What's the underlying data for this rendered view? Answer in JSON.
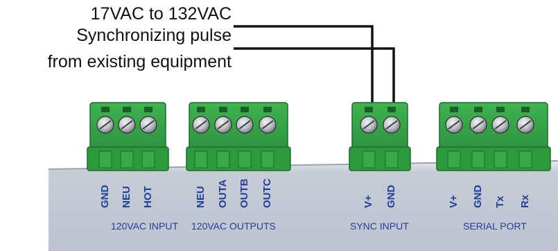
{
  "callout": {
    "line1": "17VAC to 132VAC",
    "line2": "Synchronizing pulse",
    "line3": "from existing equipment"
  },
  "groups": [
    {
      "label": "120VAC INPUT",
      "pins": [
        "GND",
        "NEU",
        "HOT"
      ]
    },
    {
      "label": "120VAC OUTPUTS",
      "pins": [
        "NEU",
        "OUTA",
        "OUTB",
        "OUTC"
      ]
    },
    {
      "label": "SYNC INPUT",
      "pins": [
        "V+",
        "GND"
      ]
    },
    {
      "label": "SERIAL PORT",
      "pins": [
        "V+",
        "GND",
        "Tx",
        "Rx"
      ]
    }
  ],
  "colors": {
    "terminal_green": "#2f9a3d",
    "enclosure_gray": "#c9cfd9",
    "label_blue": "#1f3f99",
    "wire": "#111111"
  }
}
